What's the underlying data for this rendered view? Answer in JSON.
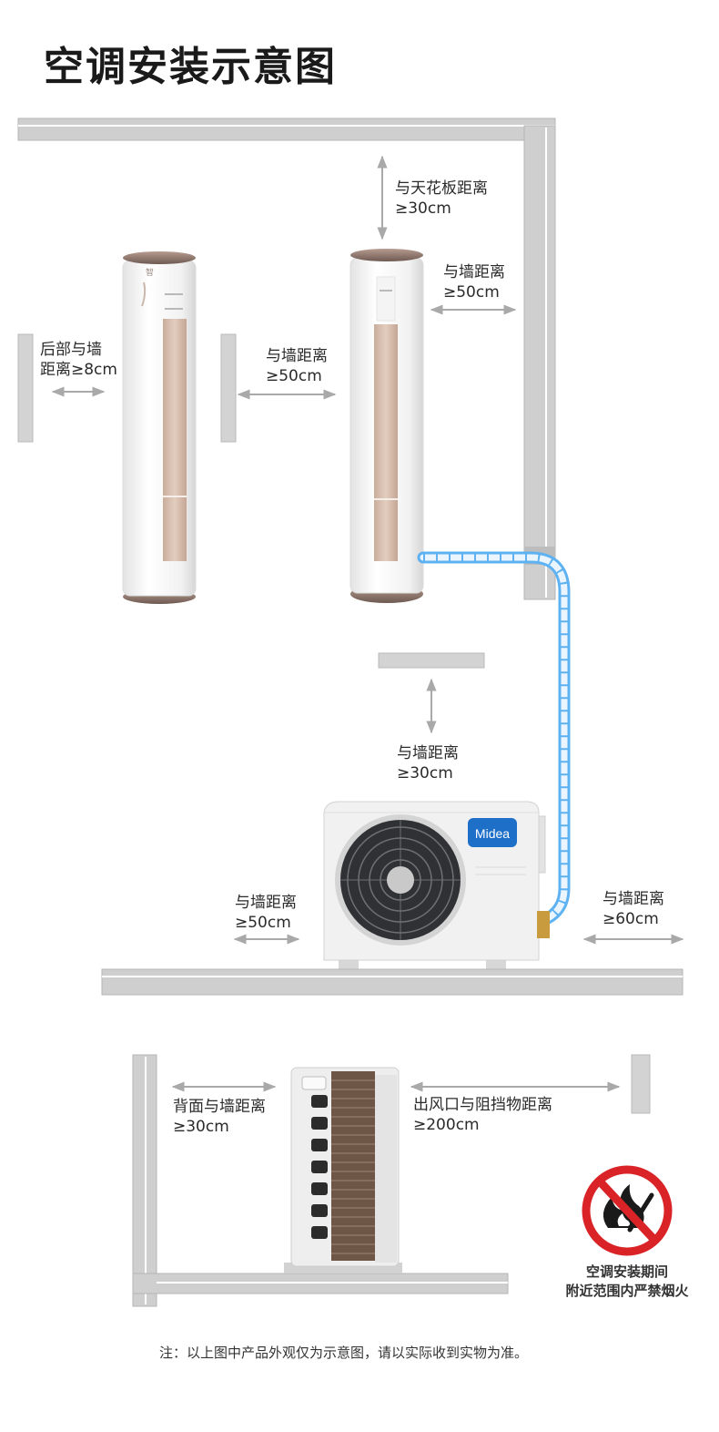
{
  "title": "空调安装示意图",
  "labels": {
    "ceiling": [
      "与天花板距离",
      "≥30cm"
    ],
    "side_wall_top": [
      "与墙距离",
      "≥50cm"
    ],
    "rear_wall": [
      "后部与墙",
      "距离≥8cm"
    ],
    "between_units": [
      "与墙距离",
      "≥50cm"
    ],
    "outdoor_top": [
      "与墙距离",
      "≥30cm"
    ],
    "outdoor_left": [
      "与墙距离",
      "≥50cm"
    ],
    "outdoor_right": [
      "与墙距离",
      "≥60cm"
    ],
    "back_wall": [
      "背面与墙距离",
      "≥30cm"
    ],
    "outlet": [
      "出风口与阻挡物距离",
      "≥200cm"
    ]
  },
  "brand": "Midea",
  "warning": [
    "空调安装期间",
    "附近范围内严禁烟火"
  ],
  "footnote": "注：以上图中产品外观仅为示意图，请以实际收到实物为准。",
  "colors": {
    "pipe": "#5fb2f2",
    "wall": "#cdcdcd",
    "brand": "#1e6fc8",
    "no_fire": "#d92326"
  }
}
